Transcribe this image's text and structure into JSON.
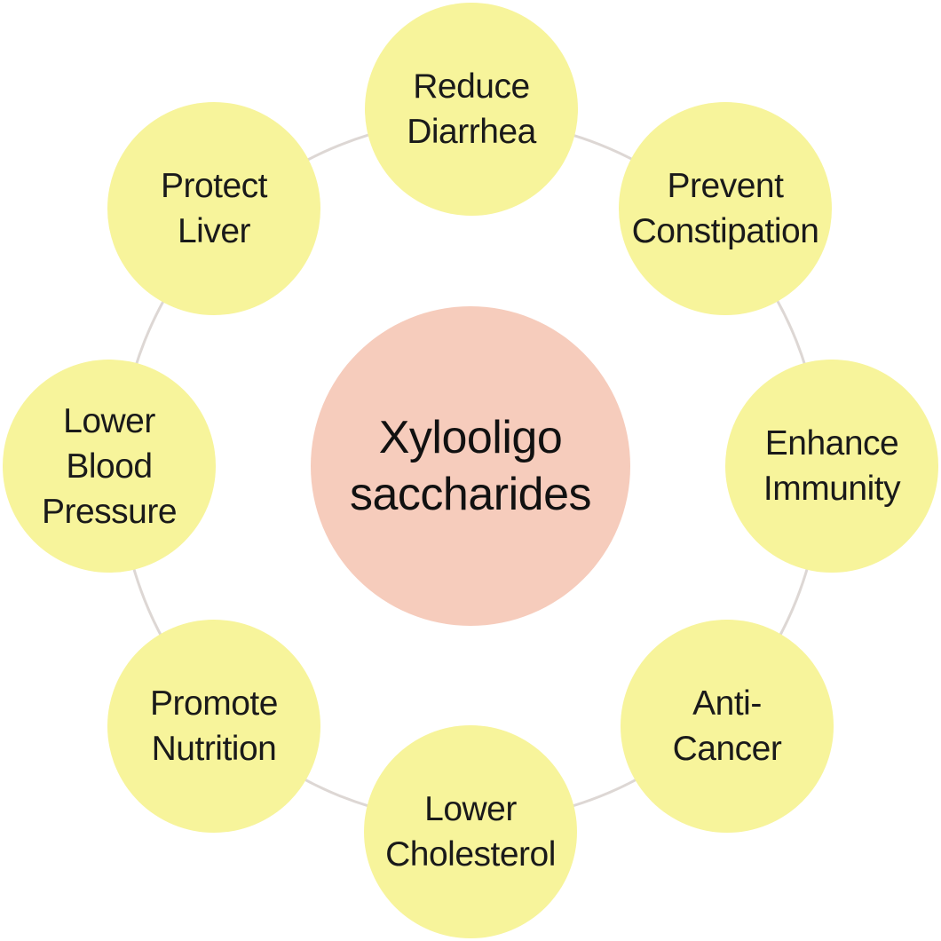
{
  "diagram": {
    "center": {
      "label": "Xylooligo\nsaccharides",
      "color": "#f6ccbc"
    },
    "benefit_color": "#f7f49b",
    "connector_color": "#ddd7d4",
    "benefits": [
      {
        "id": "reduce-diarrhea",
        "label": "Reduce\nDiarrhea"
      },
      {
        "id": "prevent-constipation",
        "label": "Prevent\nConstipation"
      },
      {
        "id": "enhance-immunity",
        "label": "Enhance\nImmunity"
      },
      {
        "id": "anti-cancer",
        "label": "Anti-\nCancer"
      },
      {
        "id": "lower-cholesterol",
        "label": "Lower\nCholesterol"
      },
      {
        "id": "promote-nutrition",
        "label": "Promote\nNutrition"
      },
      {
        "id": "lower-blood-pressure",
        "label": "Lower\nBlood\nPressure"
      },
      {
        "id": "protect-liver",
        "label": "Protect\nLiver"
      }
    ]
  }
}
